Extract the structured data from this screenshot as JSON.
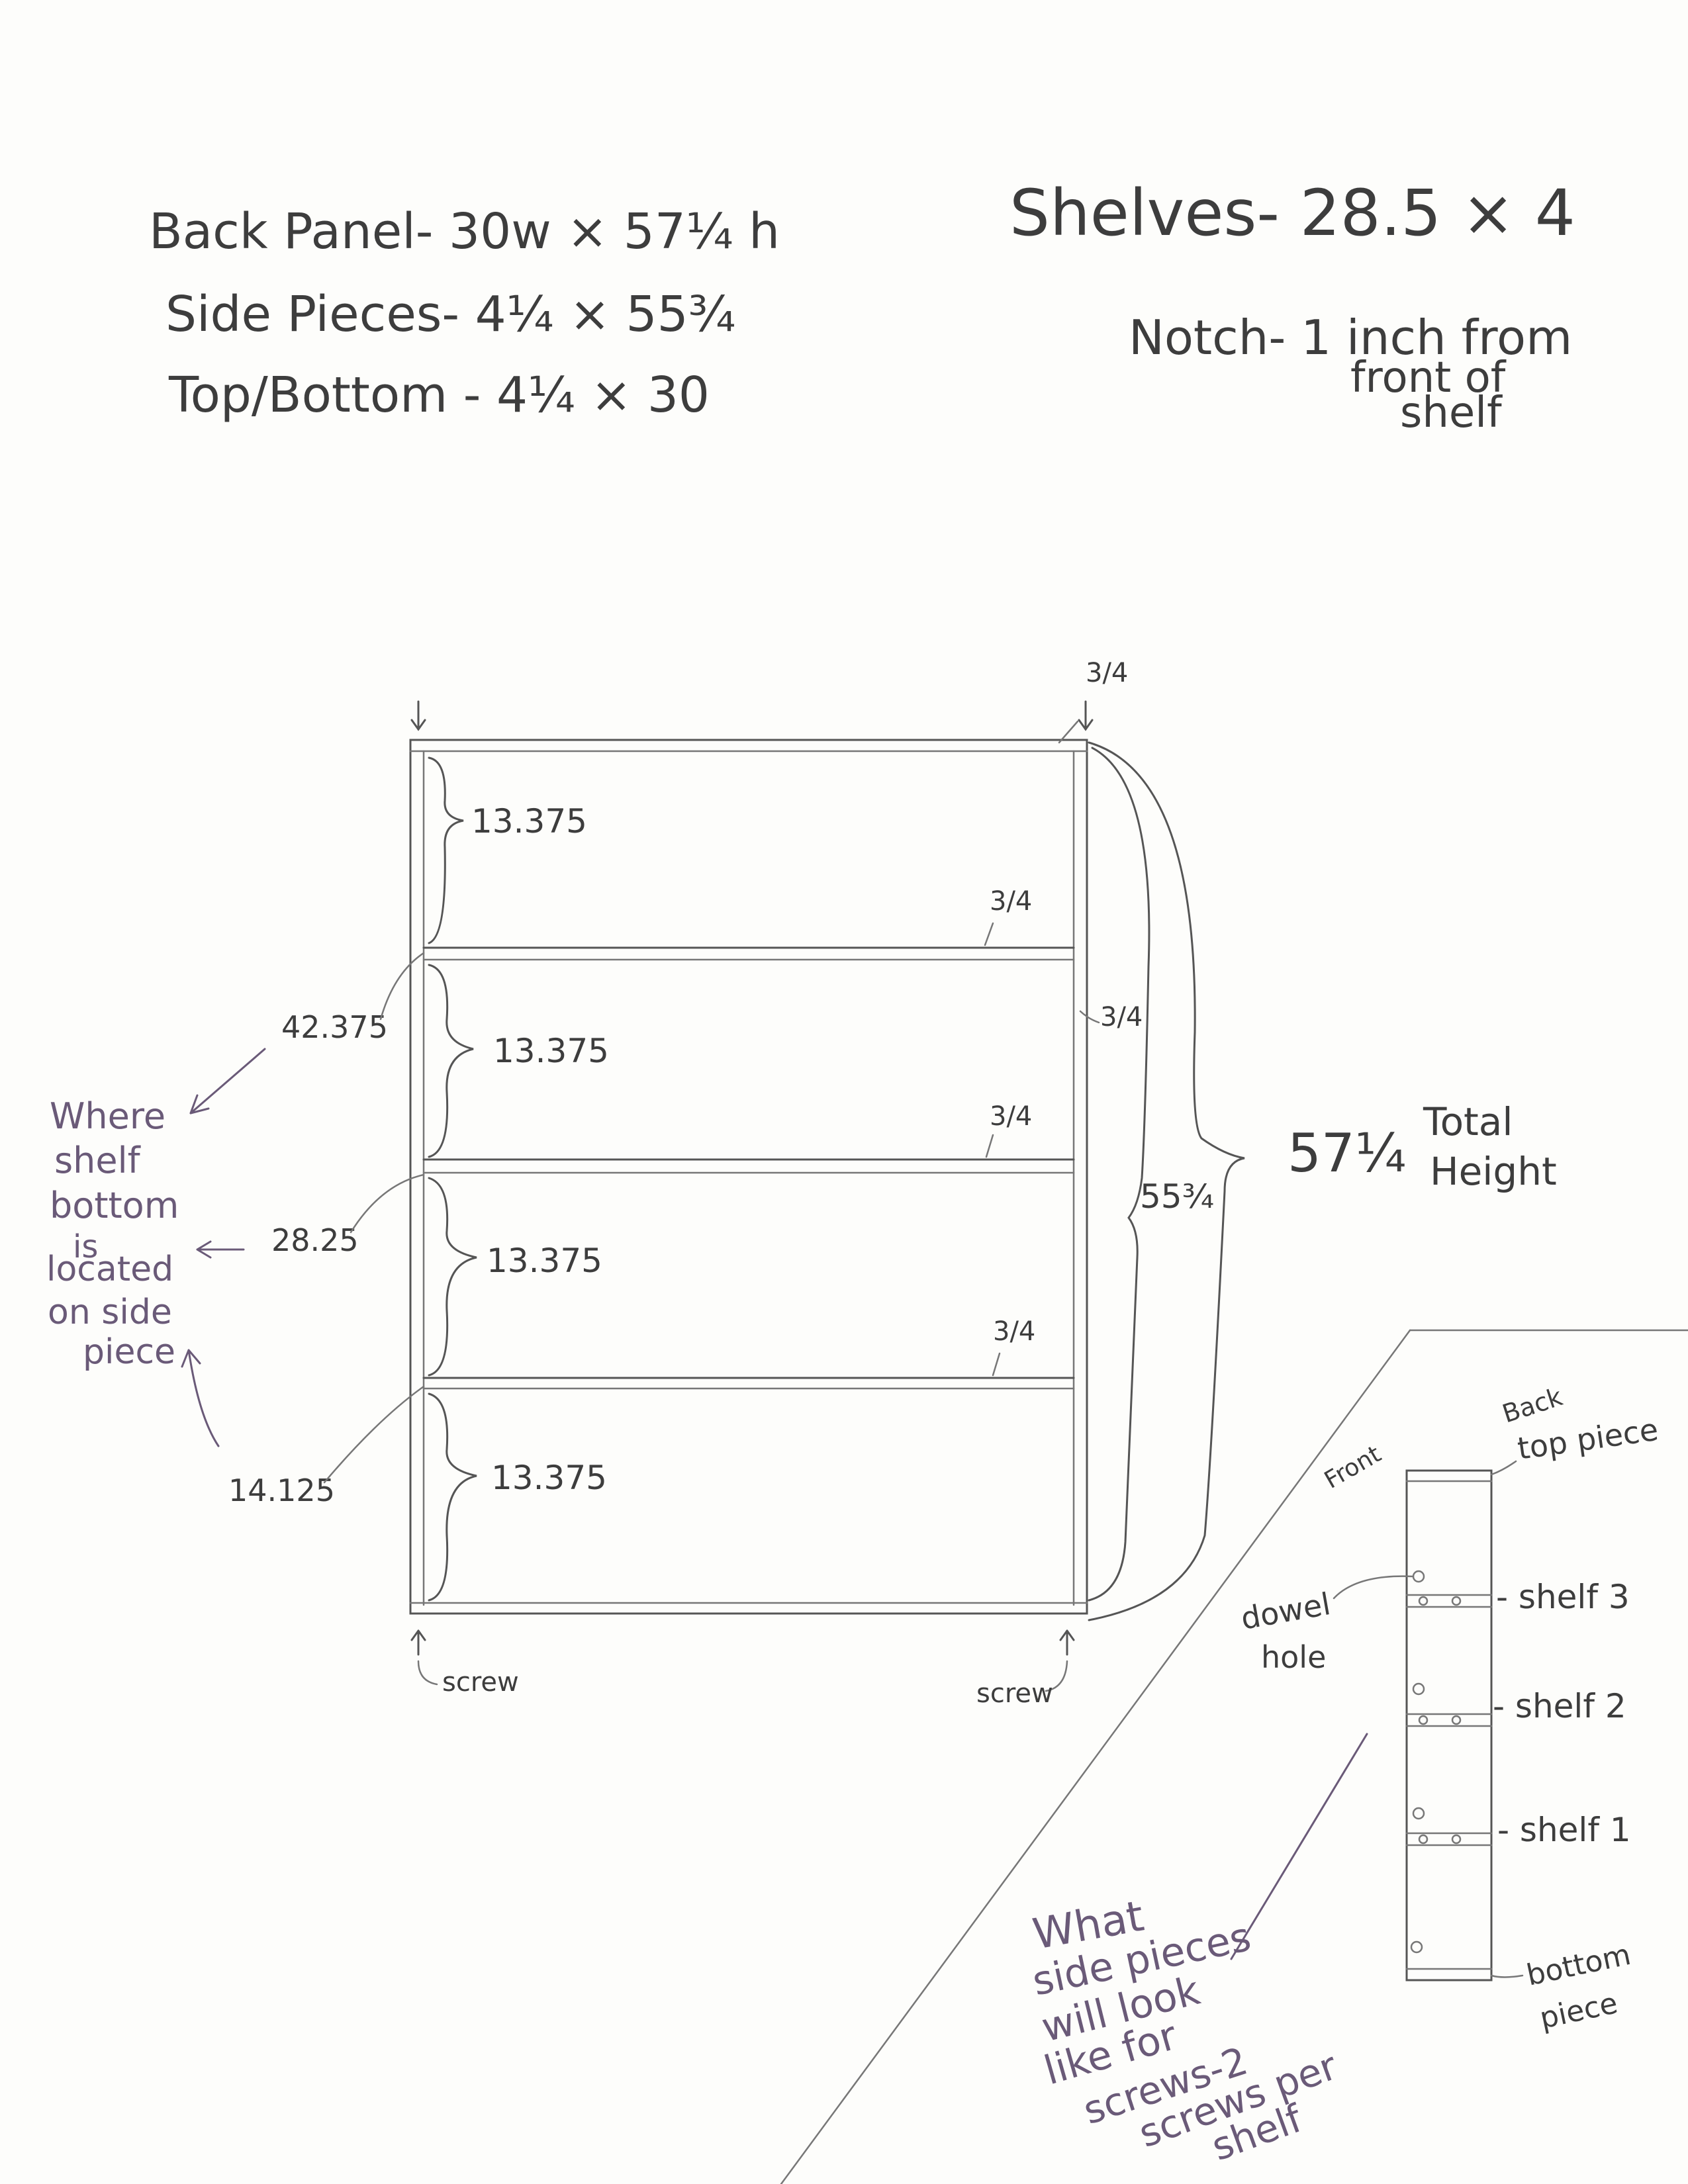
{
  "notes": {
    "back_panel": "Back Panel- 30w × 57¼ h",
    "side_pieces": "Side Pieces- 4¼   × 55¾",
    "top_bottom": "Top/Bottom - 4¼ × 30",
    "shelves": "Shelves- 28.5 × 4",
    "notch_1": "Notch- 1 inch from",
    "notch_2": "front of",
    "notch_3": "shelf"
  },
  "dimensions": {
    "thickness": "3/4",
    "section_height": "13.375",
    "side_height": "55¾",
    "total_height_value": "57¼",
    "total_height_1": "Total",
    "total_height_2": "Height",
    "pos_top": "42.375",
    "pos_middle": "28.25",
    "pos_bottom": "14.125",
    "screw": "screw"
  },
  "shelf_note": {
    "line1": "Where",
    "line2": "shelf",
    "line3": "bottom",
    "line4": "is",
    "line5": "located",
    "line6": "on side",
    "line7": "piece"
  },
  "side_view": {
    "back": "Back",
    "front": "Front",
    "top_piece": "top piece",
    "shelf3": "- shelf 3",
    "shelf2": "- shelf 2",
    "shelf1": "- shelf 1",
    "bottom_1": "bottom",
    "bottom_2": "piece",
    "dowel_1": "dowel",
    "dowel_2": "hole",
    "what_1": "What",
    "what_2": "side pieces",
    "what_3": "will look",
    "what_4": "like for",
    "what_5": "screws-2",
    "what_6": "screws per",
    "what_7": "shelf"
  }
}
